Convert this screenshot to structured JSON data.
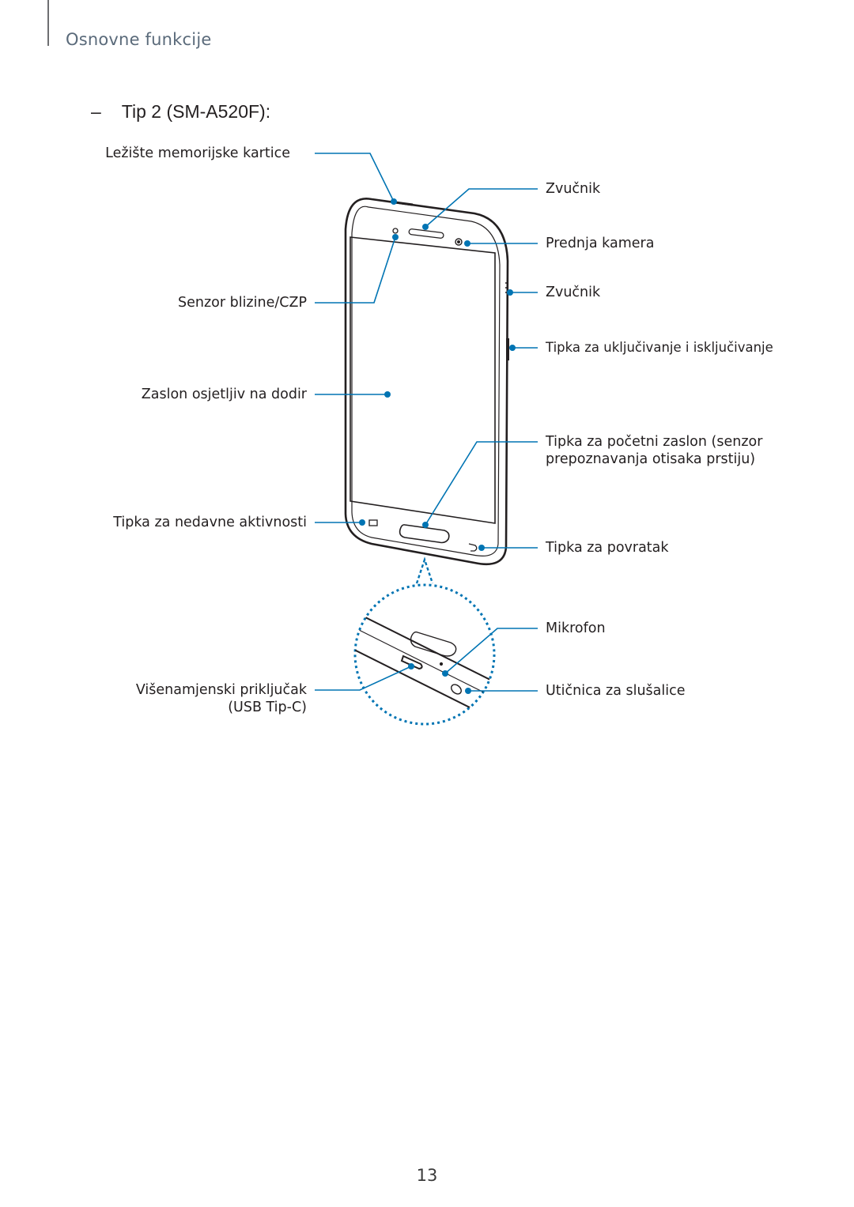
{
  "header": {
    "section_title": "Osnovne funkcije"
  },
  "subsection": {
    "dash": "–",
    "title": "Tip 2 (SM-A520F):"
  },
  "labels": {
    "memory_card": "Ležište memorijske kartice",
    "proximity_sensor": "Senzor blizine/CZP",
    "touchscreen": "Zaslon osjetljiv na dodir",
    "recent_apps": "Tipka za nedavne aktivnosti",
    "usb_port": "Višenamjenski priključak (USB Tip-C)",
    "speaker_top": "Zvučnik",
    "front_camera": "Prednja kamera",
    "speaker_side": "Zvučnik",
    "power_key": "Tipka za uključivanje i isključivanje",
    "home_key": "Tipka za početni zaslon (senzor prepoznavanja otisaka prstiju)",
    "back_key": "Tipka za povratak",
    "microphone": "Mikrofon",
    "headset_jack": "Utičnica za slušalice"
  },
  "colors": {
    "callout": "#0074b3",
    "device_outline": "#231f20",
    "header_text": "#5a6a7a"
  },
  "footer": {
    "page_number": "13"
  }
}
